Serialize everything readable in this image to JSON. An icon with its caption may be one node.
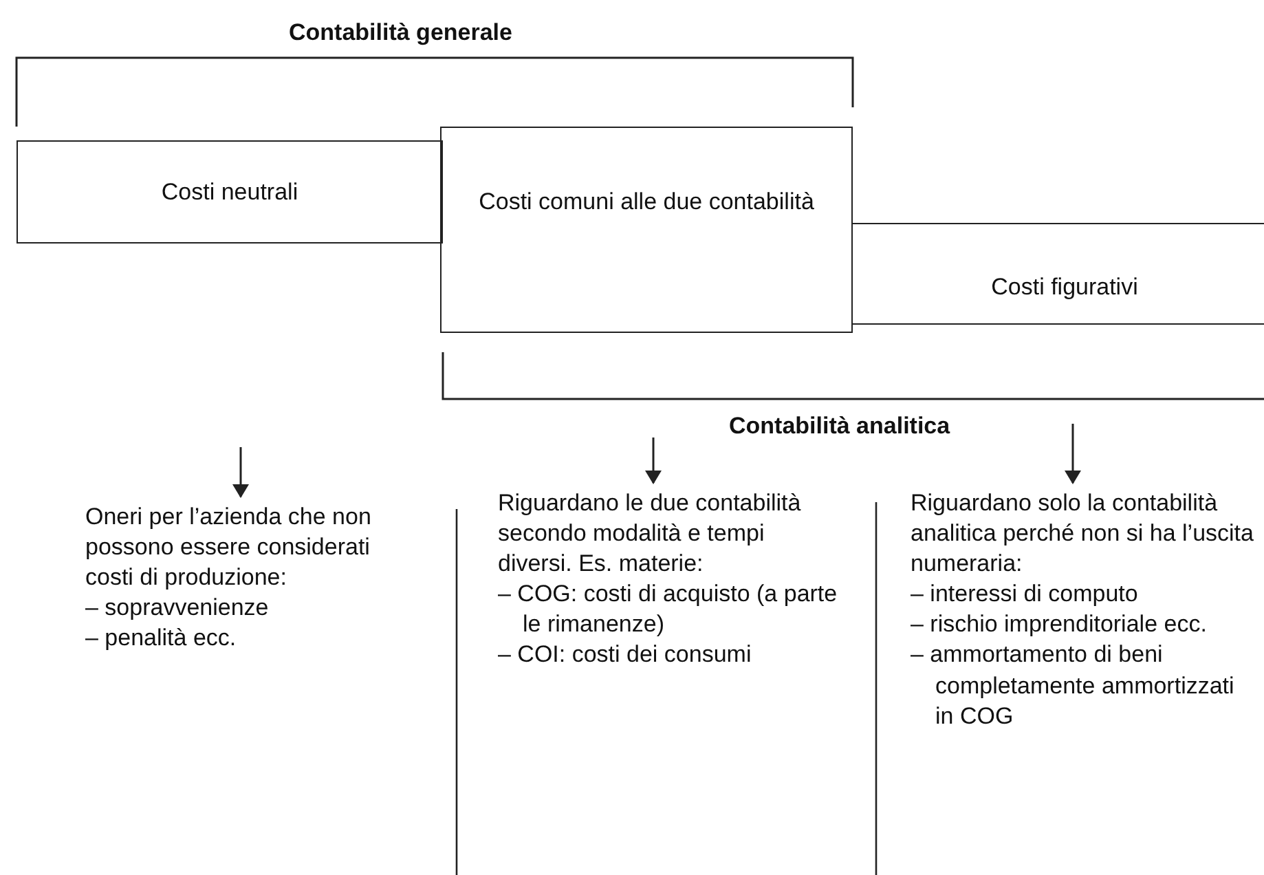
{
  "diagram": {
    "nodes": [
      {
        "text": [
          "Costi neutrali"
        ]
      },
      {
        "text": [
          "Costi comuni alle due contabilità"
        ]
      },
      {
        "text": [
          "Costi figurativi"
        ]
      },
      {
        "text": [
          "Oneri per l’azienda che non possono essere considerati costi di produzione:",
          "– sopravvenienze",
          "– penalità ecc."
        ]
      },
      {
        "text": [
          "Riguardano le due contabilità secondo modalità e tempi diversi. Es. materie:",
          "– COG: costi di acquisto (a parte le rimanenze)",
          "– COI: costi dei consumi"
        ]
      },
      {
        "text": [
          "Riguardano solo la contabilità analitica perché non si ha l’uscita numeraria:",
          "– interessi di computo",
          "– rischio imprenditoriale ecc.",
          "– ammortamento di beni completamente ammortizzati in COG"
        ]
      }
    ],
    "edges": [
      {
        "from": null,
        "to": 3,
        "arrow": "to"
      },
      {
        "from": null,
        "to": 4,
        "arrow": "to"
      },
      {
        "from": null,
        "to": 5,
        "arrow": "to"
      }
    ],
    "labels": [
      "Contabilità generale",
      "Contabilità analitica"
    ]
  }
}
